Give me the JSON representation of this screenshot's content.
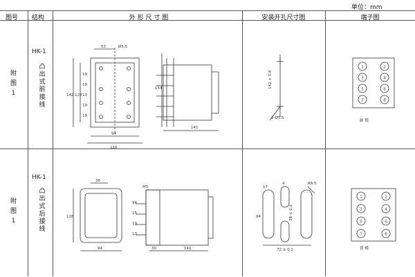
{
  "unit_label": "单位：mm",
  "headers": {
    "fig": "图号",
    "struct": "结构",
    "outline": "外 形 尺 寸 图",
    "mount": "安装开孔尺寸图",
    "terminal": "端子图"
  },
  "rows": [
    {
      "fig": [
        "附",
        "图",
        "1"
      ],
      "model": "HK-1",
      "desc": [
        "凸",
        "出",
        "式",
        "前",
        "接",
        "线"
      ],
      "dims": {
        "w53": "53",
        "hole": "Ø5.5",
        "h142": "142",
        "h128": "128",
        "h19a": "19",
        "h19b": "19",
        "h13": "13",
        "h19c": "19",
        "h19d": "19",
        "w94": "94",
        "w116": "116",
        "d154": "154",
        "d141": "141"
      },
      "mount_dims": {
        "h": "142 ± 0.8",
        "hole": "2-Ø5.5"
      },
      "terminals": [
        "1",
        "2",
        "3",
        "4",
        "5",
        "6",
        "7",
        "8"
      ],
      "face_label": "前  视"
    },
    {
      "fig": [
        "附",
        "图",
        "1"
      ],
      "model": "HK-1",
      "desc": [
        "凸",
        "出",
        "式",
        "后",
        "接",
        "线"
      ],
      "dims": {
        "w36": "36",
        "h128": "128",
        "m5": "M5",
        "s94": "94",
        "s15": "15",
        "s19": "19",
        "s13": "13",
        "w94": "94",
        "d30": "30",
        "d141": "141"
      },
      "mount_dims": {
        "w17": "17",
        "w4": "4",
        "h94": "94",
        "h38": "38 ± 0.2",
        "r85": "R8.5",
        "w72": "72 ± 0.2"
      },
      "terminals": [
        "1",
        "2",
        "3",
        "4",
        "5",
        "6",
        "7",
        "8"
      ],
      "face_label": "背  视"
    }
  ]
}
